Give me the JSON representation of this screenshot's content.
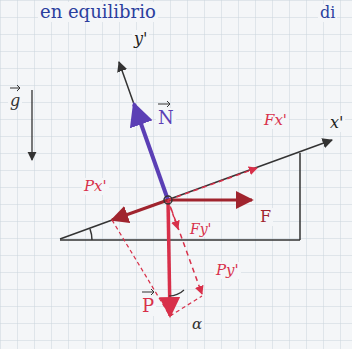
{
  "diagram": {
    "labels": [
      "en equilibrio",
      "di",
      "y'",
      "N",
      "g",
      "Fx'",
      "x'",
      "Px'",
      "F",
      "Fy'",
      "Py'",
      "P",
      "α"
    ]
  }
}
